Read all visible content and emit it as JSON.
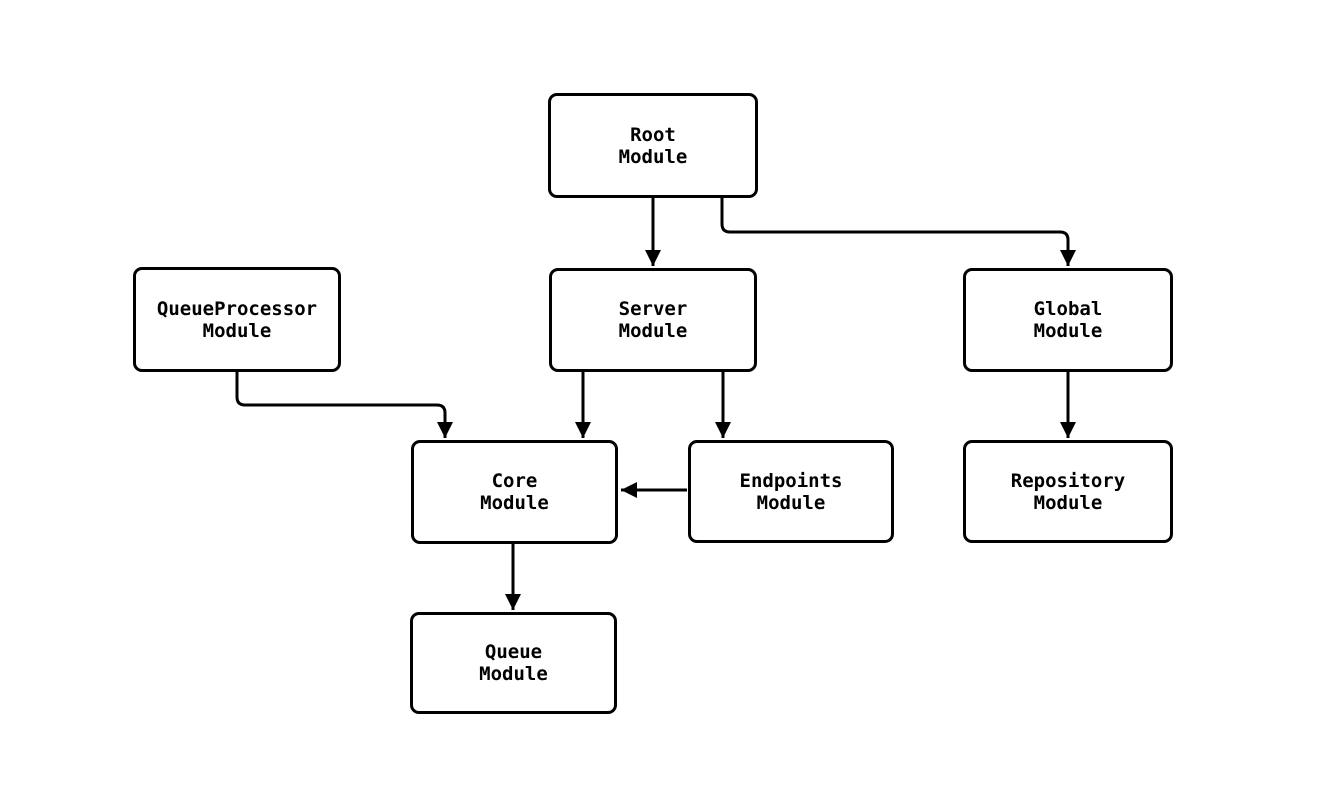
{
  "diagram": {
    "type": "flowchart",
    "background_color": "#ffffff",
    "line_color": "#000000",
    "text_color": "#000000",
    "node_fill": "#ffffff",
    "nodes": [
      {
        "id": "root",
        "lines": [
          "Root",
          "Module"
        ]
      },
      {
        "id": "queueprocessor",
        "lines": [
          "QueueProcessor",
          "Module"
        ]
      },
      {
        "id": "server",
        "lines": [
          "Server",
          "Module"
        ]
      },
      {
        "id": "global",
        "lines": [
          "Global",
          "Module"
        ]
      },
      {
        "id": "core",
        "lines": [
          "Core",
          "Module"
        ]
      },
      {
        "id": "endpoints",
        "lines": [
          "Endpoints",
          "Module"
        ]
      },
      {
        "id": "repository",
        "lines": [
          "Repository",
          "Module"
        ]
      },
      {
        "id": "queue",
        "lines": [
          "Queue",
          "Module"
        ]
      }
    ],
    "edges": [
      {
        "from": "root",
        "to": "server"
      },
      {
        "from": "root",
        "to": "global"
      },
      {
        "from": "queueprocessor",
        "to": "core"
      },
      {
        "from": "server",
        "to": "core"
      },
      {
        "from": "server",
        "to": "endpoints"
      },
      {
        "from": "endpoints",
        "to": "core"
      },
      {
        "from": "global",
        "to": "repository"
      },
      {
        "from": "core",
        "to": "queue"
      }
    ]
  }
}
